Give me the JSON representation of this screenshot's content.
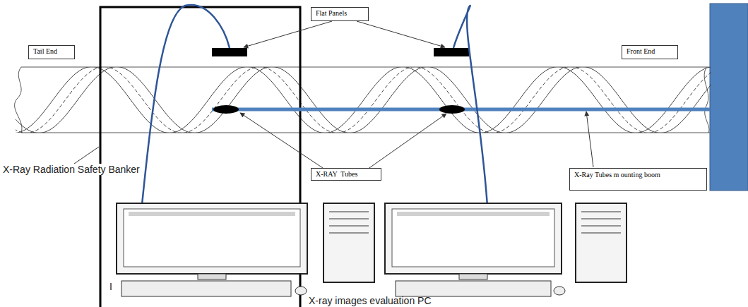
{
  "diagram": {
    "nodes": [
      {
        "text": [
          "Tail End"
        ]
      },
      {
        "text": [
          "Flat Panels"
        ]
      },
      {
        "text": [
          "Front End"
        ]
      },
      {
        "text": [
          "X-RAY  Tubes"
        ]
      },
      {
        "text": [
          "X-Ray Tubes m ounting boom"
        ]
      }
    ],
    "labels": [
      "X-Ray Radiation Safety Banker",
      "X-ray images evaluation PC",
      "I"
    ]
  }
}
